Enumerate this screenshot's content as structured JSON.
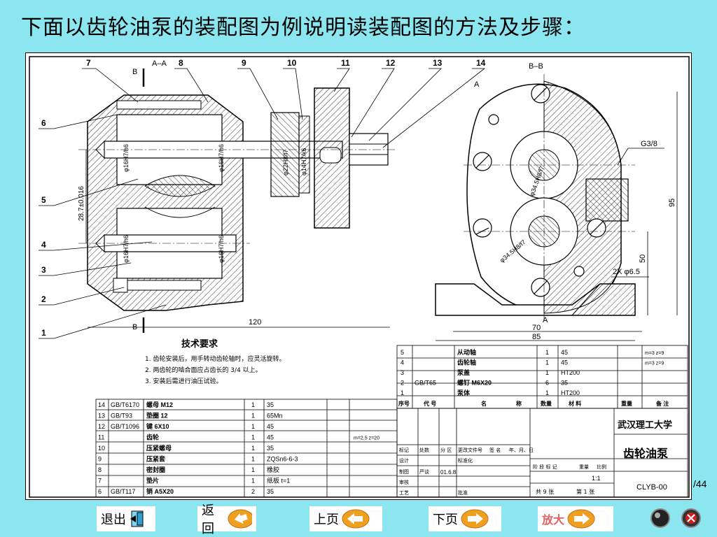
{
  "slide": {
    "title": "下面以齿轮油泵的装配图为例说明读装配图的方法及步骤：",
    "page_total": "/44"
  },
  "drawing": {
    "section_aa": "A–A",
    "section_bb": "B–B",
    "view_a": "A",
    "view_b": "B",
    "callouts_top": [
      "7",
      "8",
      "9",
      "10",
      "11",
      "12",
      "13",
      "14"
    ],
    "callouts_left": [
      "6",
      "5",
      "4",
      "3",
      "2",
      "1"
    ],
    "dims": {
      "d1": "φ16H7/h6",
      "d2": "φ16H7/h6",
      "d3": "φ16H7/h6",
      "d4": "φ16H7/h6",
      "d5": "φ22H8/f7",
      "d6": "φ14H7/k6",
      "vert": "28.7±0.016",
      "width": "120",
      "w70": "70",
      "w85": "85",
      "h95": "95",
      "h50": "50",
      "holes": "2X φ6.5",
      "g38": "G3/8",
      "p1": "φ34.5H8/f7",
      "p2": "φ34.5H8/f7"
    },
    "tech_title": "技术要求",
    "tech_items": [
      "1. 齿轮安装后，用手转动齿轮轴时，应灵活旋转。",
      "2. 两齿轮的啮合面应占齿长的 3/4 以上。",
      "3. 安装后需进行油压试验。"
    ]
  },
  "bom_lower": {
    "rows": [
      {
        "no": "14",
        "code": "GB/T6170",
        "name": "螺母 M12",
        "qty": "1",
        "mat": "35"
      },
      {
        "no": "13",
        "code": "GB/T93",
        "name": "垫圈 12",
        "qty": "1",
        "mat": "65Mn"
      },
      {
        "no": "12",
        "code": "GB/T1096",
        "name": "键 6X10",
        "qty": "1",
        "mat": "45"
      },
      {
        "no": "11",
        "code": "",
        "name": "齿轮",
        "qty": "1",
        "mat": "45",
        "note": "m=2.5  z=20"
      },
      {
        "no": "10",
        "code": "",
        "name": "压紧螺母",
        "qty": "1",
        "mat": "35"
      },
      {
        "no": "9",
        "code": "",
        "name": "压紧套",
        "qty": "1",
        "mat": "ZQSn6-6-3"
      },
      {
        "no": "8",
        "code": "",
        "name": "密封圈",
        "qty": "1",
        "mat": "橡胶"
      },
      {
        "no": "7",
        "code": "",
        "name": "垫片",
        "qty": "1",
        "mat": "纸板 t=1"
      },
      {
        "no": "6",
        "code": "GB/T117",
        "name": "销 A5X20",
        "qty": "2",
        "mat": "35"
      }
    ]
  },
  "bom_upper": {
    "rows": [
      {
        "no": "5",
        "code": "",
        "name": "从动轴",
        "qty": "1",
        "mat": "45",
        "note": "m=3  z=9"
      },
      {
        "no": "4",
        "code": "",
        "name": "齿轮轴",
        "qty": "1",
        "mat": "45",
        "note": "m=3  z=9"
      },
      {
        "no": "3",
        "code": "",
        "name": "泵盖",
        "qty": "1",
        "mat": "HT200",
        "note": ""
      },
      {
        "no": "2",
        "code": "GB/T65",
        "name": "螺钉 M6X20",
        "qty": "6",
        "mat": "35",
        "note": ""
      },
      {
        "no": "1",
        "code": "",
        "name": "泵体",
        "qty": "1",
        "mat": "HT200",
        "note": ""
      }
    ],
    "headers": [
      "序号",
      "代 号",
      "名",
      "称",
      "数量",
      "材 料",
      "重量",
      "备 注"
    ]
  },
  "title_block": {
    "school": "武汉理工大学",
    "part_name": "齿轮油泵",
    "code": "CLYB-00",
    "scale": "1:1",
    "date": "01.6.8",
    "sheets": "共 9 张",
    "sheet_no": "第 1 张",
    "labels": [
      "标记",
      "处数",
      "分 区",
      "更改文件号",
      "签 名",
      "年、月、日"
    ],
    "labels2": [
      "设计",
      "标准化",
      "阶 段 标 记",
      "重量",
      "比例"
    ],
    "labels3": [
      "制图",
      "严谈"
    ],
    "labels4": [
      "审核"
    ],
    "labels5": [
      "工艺",
      "批准"
    ]
  },
  "nav": {
    "exit": "退出",
    "back": "返回",
    "prev": "上页",
    "next": "下页",
    "zoom": "放大"
  },
  "colors": {
    "background": "#8be6ef",
    "accent_orange": "#f0a020",
    "zoom_text": "#e86060"
  }
}
